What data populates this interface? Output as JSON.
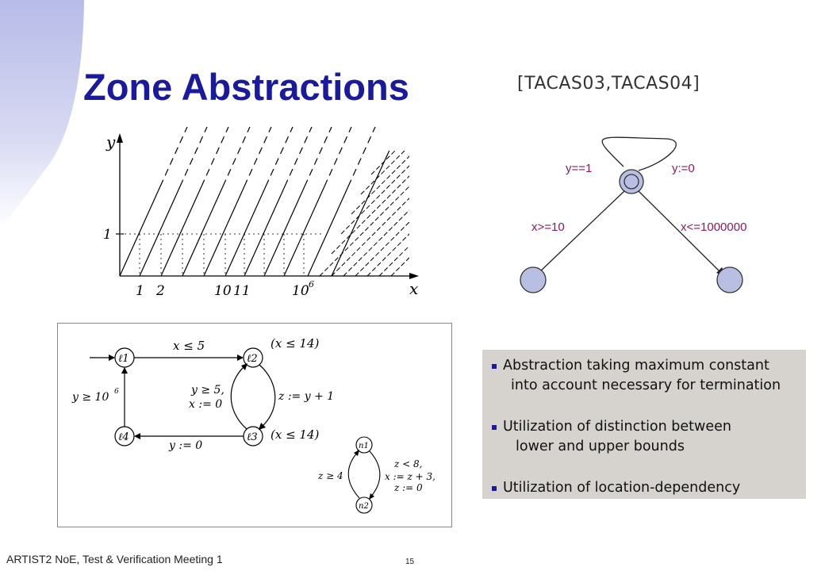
{
  "title": "Zone Abstractions",
  "citation": "[TACAS03,TACAS04]",
  "zone_graph": {
    "y_axis_label": "y",
    "x_axis_label": "x",
    "y_tick_1": "1",
    "x_ticks": {
      "t1": "1",
      "t2": "2",
      "t10": "10",
      "t11": "11",
      "t1e6": "10"
    },
    "x_tick_exponent": "6"
  },
  "automaton": {
    "label_top_left": "y==1",
    "label_top_right": "y:=0",
    "label_left": "x>=10",
    "label_right": "x<=1000000"
  },
  "timed_automaton": {
    "edge_l1_l2": "x ≤ 5",
    "inv_l2": "(x ≤ 14)",
    "edge_l2_l3_guard_1": "y ≥ 5,",
    "edge_l2_l3_guard_2": "x := 0",
    "edge_l3_l2_reset": "z := y + 1",
    "inv_l3": "(x ≤ 14)",
    "edge_l3_l4": "y := 0",
    "edge_l4_l1_guard": "y ≥ 10",
    "edge_l4_l1_exp": "6",
    "locations": {
      "l1": "ℓ1",
      "l2": "ℓ2",
      "l3": "ℓ3",
      "l4": "ℓ4"
    },
    "small": {
      "n1": "n1",
      "n2": "n2",
      "left_guard": "z ≥ 4",
      "right_1": "z < 8,",
      "right_2": "x := z + 3,",
      "right_3": "z := 0"
    }
  },
  "bullets": {
    "b1_line1": "Abstraction taking maximum constant",
    "b1_line2": "into account necessary for termination",
    "b2_line1": "Utilization of distinction between",
    "b2_line2": "lower and upper bounds",
    "b3_line1": "Utilization of location-dependency"
  },
  "footer": "ARTIST2 NoE, Test & Verification Meeting 1",
  "page_number": "15",
  "colors": {
    "title": "#1a1a9e",
    "label": "#8b1a5e",
    "node_fill": "#b8bfe2",
    "box_bg": "#d6d3ce"
  }
}
